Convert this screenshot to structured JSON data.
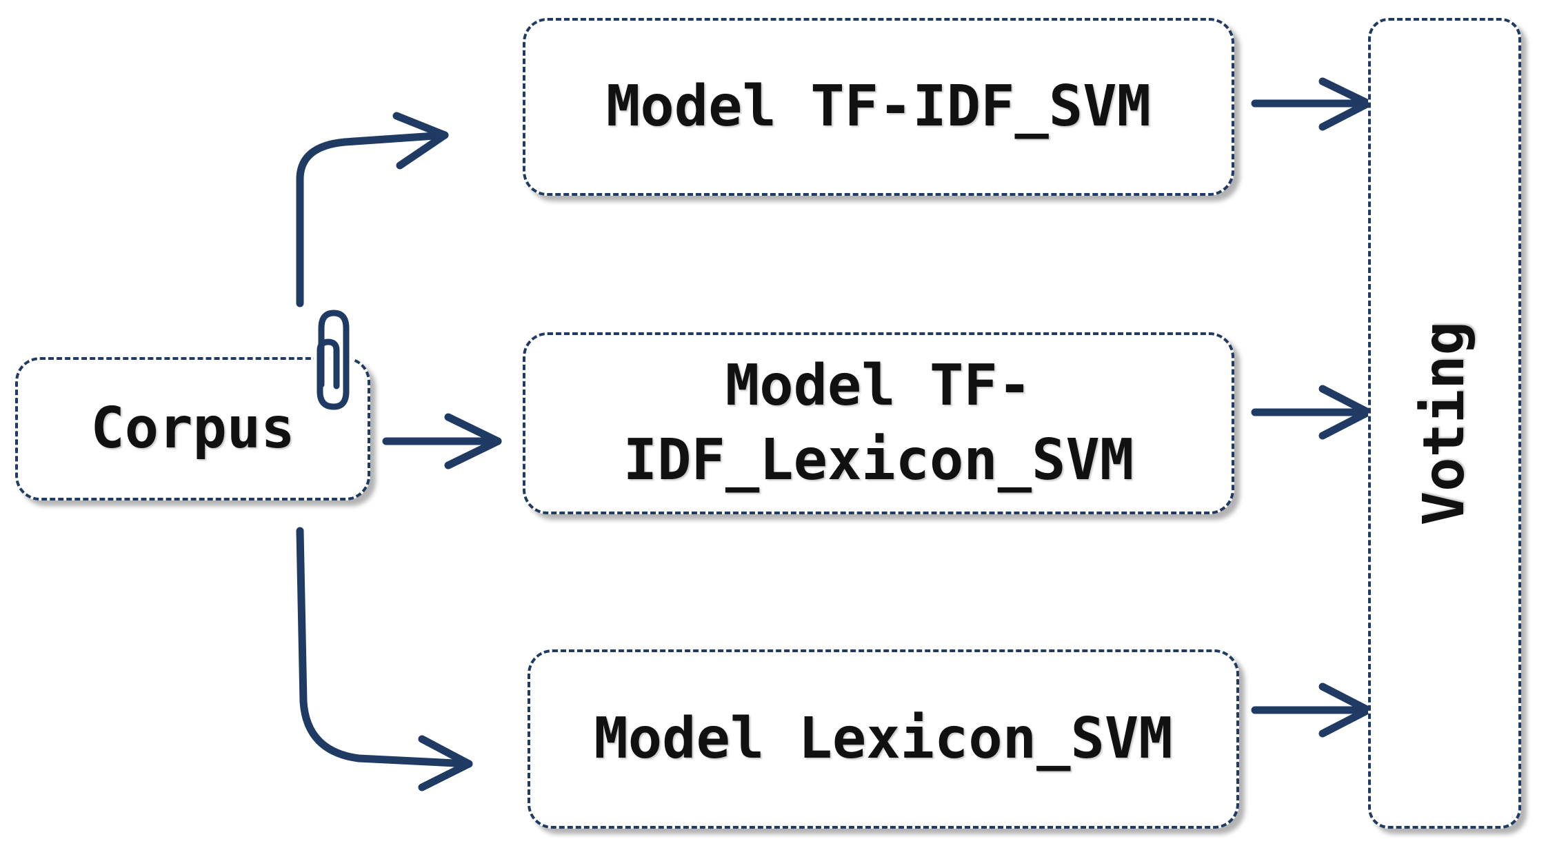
{
  "diagram": {
    "corpus_label": "Corpus",
    "model_tfidf_svm_label": "Model TF-IDF_SVM",
    "model_tfidf_lexicon_svm_label": "Model TF- IDF_Lexicon_SVM",
    "model_lexicon_svm_label": "Model Lexicon_SVM",
    "voting_label": "Voting",
    "icon": "paperclip-icon",
    "colors": {
      "arrow": "#1f3a63",
      "box_border": "#1f3a63",
      "text": "#111111"
    }
  }
}
